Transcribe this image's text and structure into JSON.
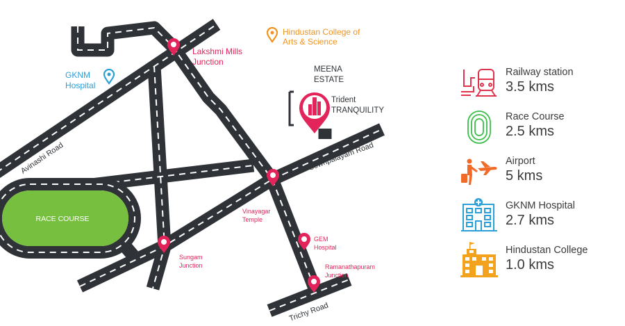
{
  "colors": {
    "road": "#2f3337",
    "road_dash": "#ffffff",
    "race_course": "#77bf3f",
    "pin_red": "#e3245a",
    "pin_orange": "#f0931e",
    "pin_blue": "#2a9fd8",
    "text_dark": "#3a3a3a",
    "legend_red": "#e0344c",
    "legend_green": "#3bbf4a",
    "legend_orange": "#f06a2a",
    "legend_blue": "#2a9fd8",
    "legend_yellow": "#f2a21c"
  },
  "map": {
    "roads": {
      "avinashi": "Avinashi Road",
      "sowripalayam": "Sowripalayam Road",
      "trichy": "Trichy Road"
    },
    "race_course": "RACE COURSE",
    "places": {
      "gknm": [
        "GKNM",
        "Hospital"
      ],
      "lakshmi_mills": [
        "Lakshmi Mills",
        "Junction"
      ],
      "hindustan": [
        "Hindustan College of",
        "Arts & Science"
      ],
      "meena": [
        "MEENA",
        "ESTATE"
      ],
      "trident": [
        "Trident",
        "TRANQUILITY"
      ],
      "vinayagar": [
        "Vinayagar",
        "Temple"
      ],
      "gem": [
        "GEM",
        "Hospital"
      ],
      "sungam": [
        "Sungam",
        "Junction"
      ],
      "ramanathapuram": [
        "Ramanathapuram",
        "Junction"
      ]
    }
  },
  "legend": [
    {
      "icon": "train-icon",
      "title": "Railway station",
      "distance": "3.5 kms"
    },
    {
      "icon": "race-track-icon",
      "title": "Race Course",
      "distance": "2.5 kms"
    },
    {
      "icon": "airport-icon",
      "title": "Airport",
      "distance": "5 kms"
    },
    {
      "icon": "hospital-building-icon",
      "title": "GKNM Hospital",
      "distance": "2.7 kms"
    },
    {
      "icon": "college-building-icon",
      "title": "Hindustan College",
      "distance": "1.0 kms"
    }
  ]
}
